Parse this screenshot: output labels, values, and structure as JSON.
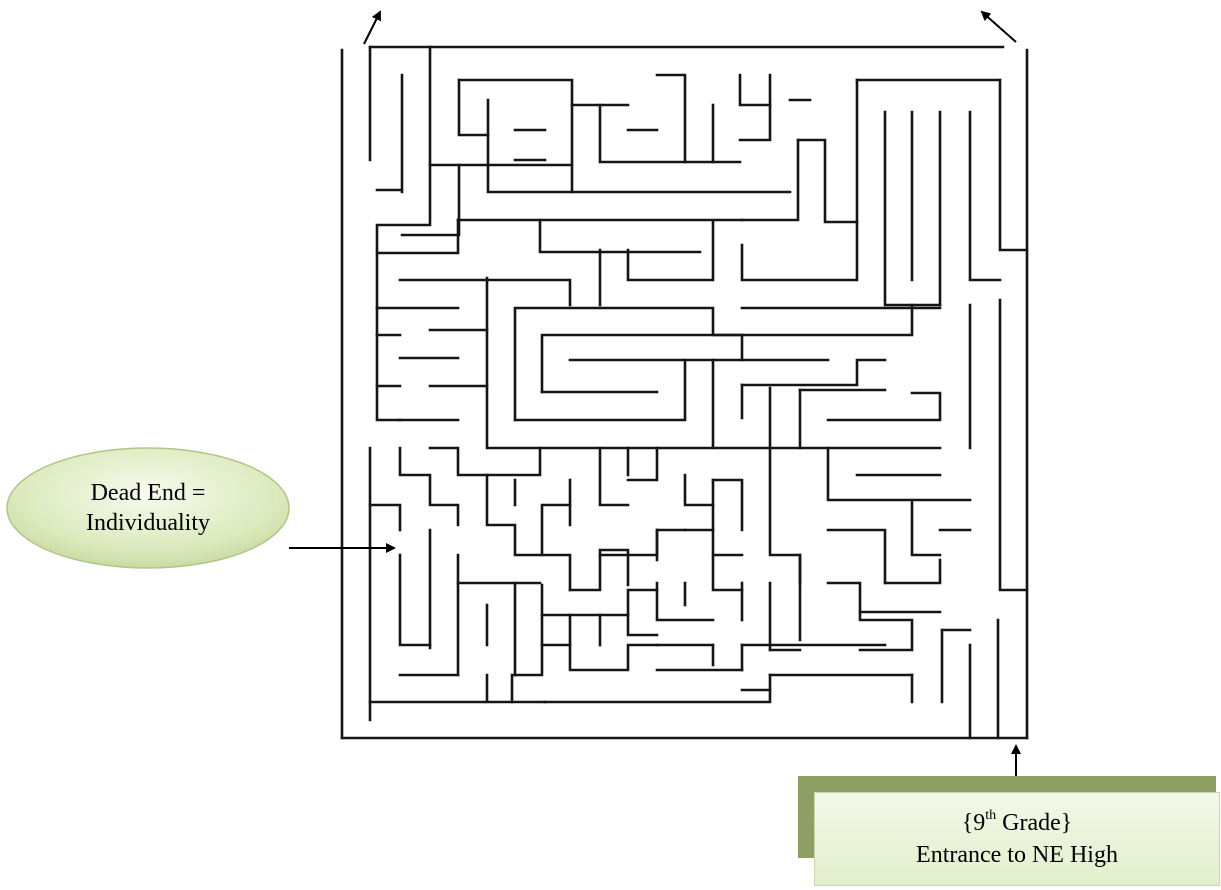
{
  "dead_end_callout": {
    "line1": "Dead End =",
    "line2": "Individuality"
  },
  "entrance_callout": {
    "open_brace": "{9",
    "superscript": "th",
    "grade_suffix": " Grade}",
    "line2": "Entrance to NE High"
  },
  "colors": {
    "maze_walls": "#151515",
    "oval_fill": "#d6e6b4",
    "box_shadow": "#8e9f66",
    "box_fill": "#e9f2d8"
  }
}
